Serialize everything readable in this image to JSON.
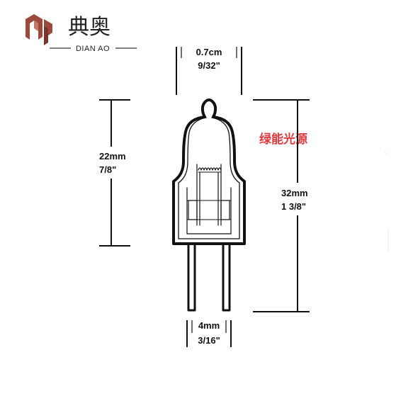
{
  "brand": {
    "chinese_name": "典奥",
    "english_name": "DIAN AO",
    "logo_color": "#9b4a3c"
  },
  "watermark": {
    "text": "绿能光源",
    "color": "#e0393e"
  },
  "dimensions": {
    "top_width": {
      "metric": "0.7cm",
      "imperial": "9/32\""
    },
    "glass_height": {
      "metric": "22mm",
      "imperial": "7/8\""
    },
    "total_height": {
      "metric": "32mm",
      "imperial": "1 3/8\""
    },
    "pin_spacing": {
      "metric": "4mm",
      "imperial": "3/16\""
    }
  },
  "colors": {
    "line": "#111111",
    "background": "#ffffff"
  }
}
